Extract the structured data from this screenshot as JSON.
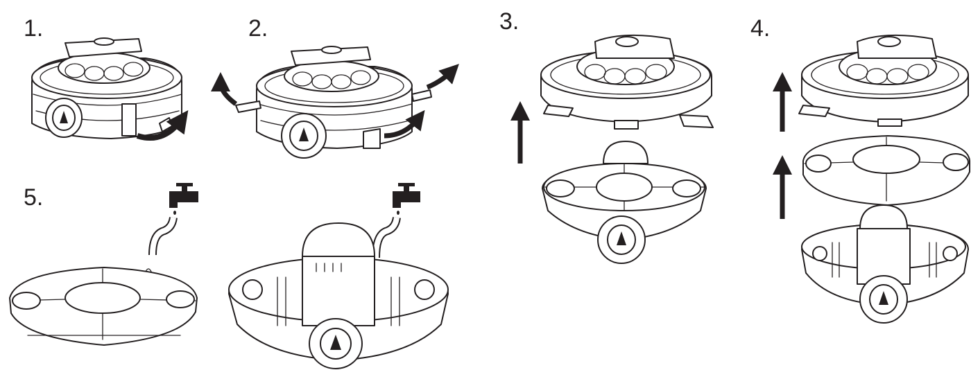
{
  "steps": [
    {
      "number": "1.",
      "icon": "robot-clip-open-icon"
    },
    {
      "number": "2.",
      "icon": "robot-both-clips-open-icon"
    },
    {
      "number": "3.",
      "icon": "lift-top-cover-icon"
    },
    {
      "number": "4.",
      "icon": "lift-filter-icon"
    },
    {
      "number": "5.",
      "icon": "rinse-filter-icon"
    }
  ],
  "colors": {
    "line": "#231f20",
    "background": "#ffffff"
  }
}
